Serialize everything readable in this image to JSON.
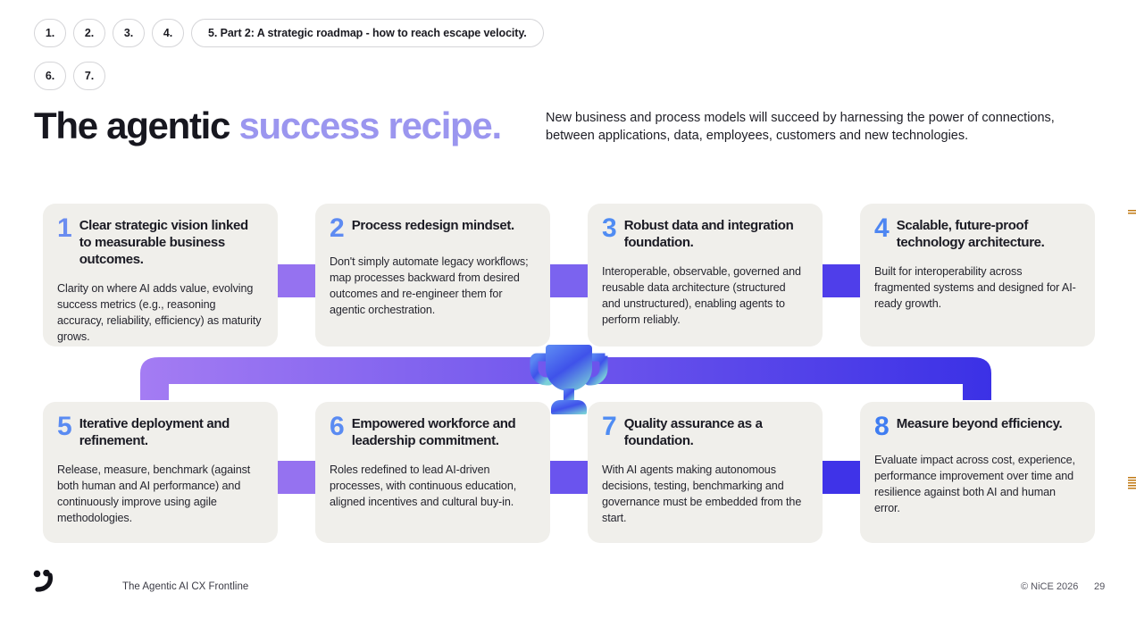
{
  "breadcrumbs": [
    {
      "label": "1.",
      "wide": false
    },
    {
      "label": "2.",
      "wide": false
    },
    {
      "label": "3.",
      "wide": false
    },
    {
      "label": "4.",
      "wide": false
    },
    {
      "label": "5. Part 2: A strategic roadmap - how to reach escape velocity.",
      "wide": true
    },
    {
      "label": "6.",
      "wide": false
    },
    {
      "label": "7.",
      "wide": false
    }
  ],
  "headline": {
    "lead": "The agentic ",
    "accent": "success recipe."
  },
  "kicker": "New business and process models will succeed by harnessing the power of connections, between applications, data, employees, customers and new technologies.",
  "cards": [
    {
      "num": "1",
      "num_color": "#6a8cf0",
      "title": "Clear strategic vision linked to measurable business outcomes.",
      "body": "Clarity on where AI adds value, evolving success metrics (e.g., reasoning accuracy, reliability, efficiency) as maturity grows."
    },
    {
      "num": "2",
      "num_color": "#5e8bf2",
      "title": "Process redesign mindset.",
      "body": "Don't simply automate legacy workflows; map processes backward from desired outcomes and re-engineer them for agentic orchestration."
    },
    {
      "num": "3",
      "num_color": "#508cf3",
      "title": "Robust data and integration foundation.",
      "body": "Interoperable, observable, governed and reusable data architecture (structured and unstructured), enabling agents to perform reliably."
    },
    {
      "num": "4",
      "num_color": "#4e86f2",
      "title": "Scalable, future-proof technology architecture.",
      "body": "Built for interoperability across fragmented systems and designed for AI-ready growth."
    },
    {
      "num": "5",
      "num_color": "#5a8bf2",
      "title": "Iterative deployment and refinement.",
      "body": "Release, measure, benchmark (against both human and AI performance) and continuously improve using agile methodologies."
    },
    {
      "num": "6",
      "num_color": "#5a8bf2",
      "title": "Empowered workforce and leadership commitment.",
      "body": "Roles redefined to lead AI-driven processes, with continuous education, aligned incentives and cultural buy-in."
    },
    {
      "num": "7",
      "num_color": "#4f8cf3",
      "title": "Quality assurance as a foundation.",
      "body": "With AI agents making autonomous decisions, testing, benchmarking and governance must be embedded from the start."
    },
    {
      "num": "8",
      "num_color": "#3f7df2",
      "title": "Measure beyond efficiency.",
      "body": "Evaluate impact across cost, experience, performance improvement over time and resilience against both AI and human error."
    }
  ],
  "connectors_top": [
    "#9572f0",
    "#7b63ef",
    "#4f3eea"
  ],
  "connectors_bottom": [
    "#9572f0",
    "#6a54ee",
    "#3f33e8"
  ],
  "ribbon": {
    "start_color": "#a47cf3",
    "end_color": "#3b31e6"
  },
  "trophy": {
    "icon": "trophy-icon",
    "top_color": "#4f7df0",
    "mid_color": "#3f5fe8",
    "bottom_color": "#7ad0d8"
  },
  "footer": {
    "logo": "nice-smiley-logo",
    "document": "The Agentic AI CX Frontline",
    "copyright": "© NiCE 2026",
    "page": "29"
  }
}
